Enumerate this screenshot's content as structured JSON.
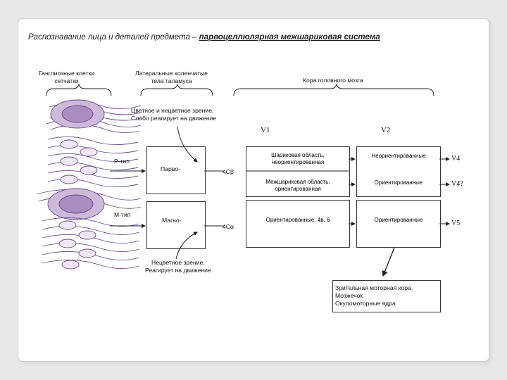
{
  "title": {
    "prefix": "Распознавание лица и деталей предмета – ",
    "emphasis": "парвоцеллюлярная межшариковая  система"
  },
  "headers": {
    "ganglion": [
      "Ганглиозные клетки",
      "сетчатки"
    ],
    "lgn": [
      "Латеральные коленчатые",
      "тела таламуса"
    ],
    "cortex": "Кора головного мозга"
  },
  "annotations": {
    "color_vision": [
      "Цветное и нецветное зрение.",
      "Слабо реагирует на движение"
    ],
    "achromatic": [
      "Нецветное зрение.",
      "Реагирует на движение"
    ]
  },
  "areas": {
    "v1": "V1",
    "v2": "V2"
  },
  "cell_types": {
    "p": "Р-тип",
    "m": "М-тип"
  },
  "lgn_layers": {
    "parvo": "Парво-",
    "magno": "Магно-"
  },
  "layers_4c": {
    "beta": "4Cβ",
    "alpha": "4Cα"
  },
  "v1_rows": [
    [
      "Шариковая область,",
      "неориентированная"
    ],
    [
      "Межшариковая область,",
      "ориентированная"
    ],
    [
      "Ориентированные, 4в, 6"
    ]
  ],
  "v2_rows": [
    "Неориентированные",
    "Ориентированные",
    "Ориентированные"
  ],
  "outputs": [
    "V4",
    "V4?",
    "V5"
  ],
  "targets": [
    "Зрительная моторная кора,",
    "Мозжечок",
    "Окуломоторные ядра"
  ],
  "colors": {
    "retina": "#6b4a8a",
    "line": "#222222"
  }
}
